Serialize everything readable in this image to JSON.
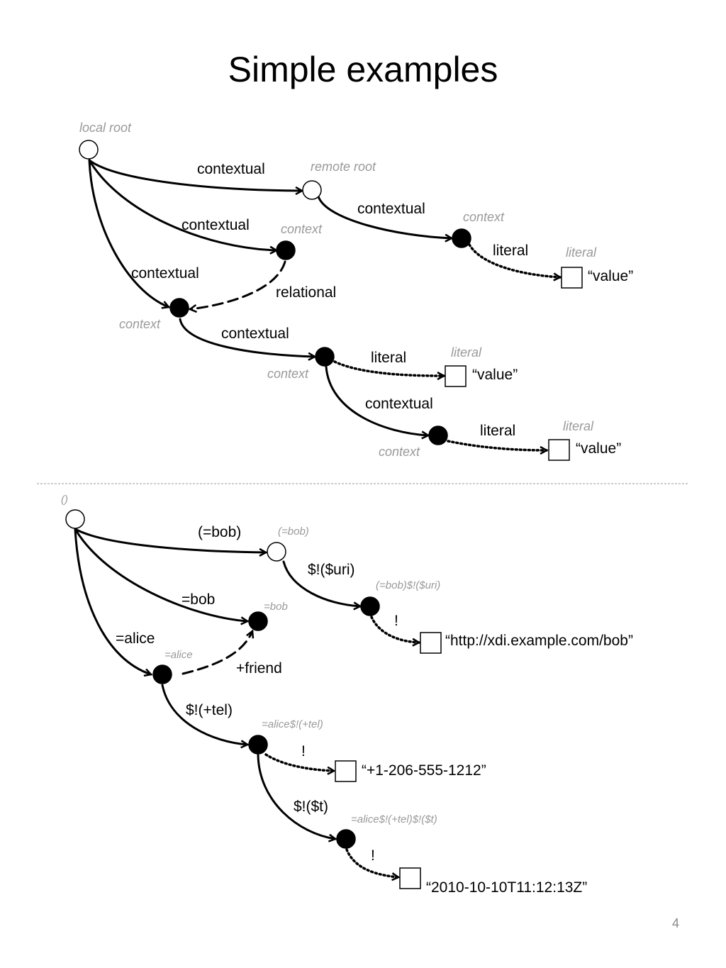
{
  "title": "Simple examples",
  "page_number": "4",
  "top": {
    "tag_local_root": "local root",
    "tag_remote_root": "remote root",
    "tag_context": "context",
    "tag_literal": "literal",
    "edge_contextual": "contextual",
    "edge_relational": "relational",
    "edge_literal": "literal",
    "value": "“value”"
  },
  "bottom": {
    "tag_root": "()",
    "tag_bob_root": "(=bob)",
    "tag_bob_uri": "(=bob)$!($uri)",
    "tag_bob": "=bob",
    "tag_alice": "=alice",
    "tag_alice_tel": "=alice$!(+tel)",
    "tag_alice_tel_t": "=alice$!(+tel)$!($t)",
    "edge_bob_root": "(=bob)",
    "edge_uri": "$!($uri)",
    "edge_bob": "=bob",
    "edge_alice": "=alice",
    "edge_friend": "+friend",
    "edge_tel": "$!(+tel)",
    "edge_t": "$!($t)",
    "edge_bang": "!",
    "value_uri": "“http://xdi.example.com/bob”",
    "value_tel": "“+1-206-555-1212”",
    "value_time": "“2010-10-10T11:12:13Z”"
  }
}
